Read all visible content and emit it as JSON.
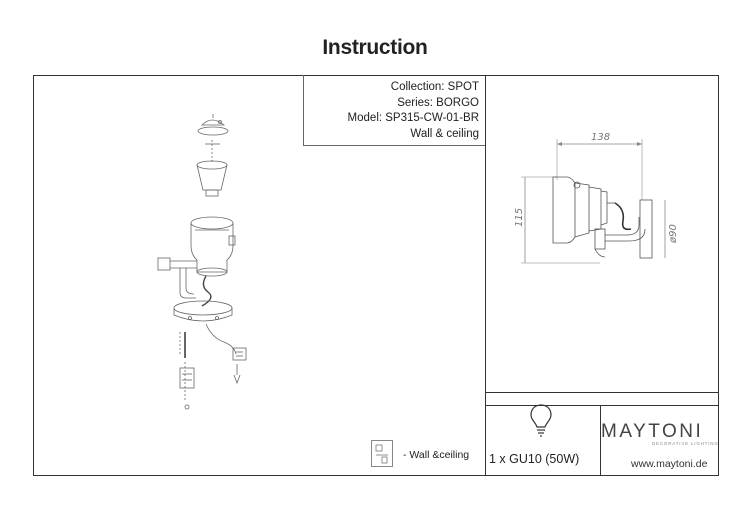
{
  "document": {
    "title": "Instruction"
  },
  "info": {
    "collection": "Collection: SPOT",
    "series": "Series: BORGO",
    "model": "Model: SP315-CW-01-BR",
    "mounting": "Wall & ceiling"
  },
  "dimensions": {
    "width": "138",
    "height": "115",
    "diameter": "ø90"
  },
  "lamp": {
    "icon": "light-bulb-icon",
    "spec": "1 x GU10 (50W)"
  },
  "brand": {
    "name": "MAYTONI",
    "tagline": "DECORATIVE LIGHTING",
    "website": "www.maytoni.de"
  },
  "legend": {
    "icon": "wall-ceiling-mount-icon",
    "label": "- Wall &ceiling"
  }
}
